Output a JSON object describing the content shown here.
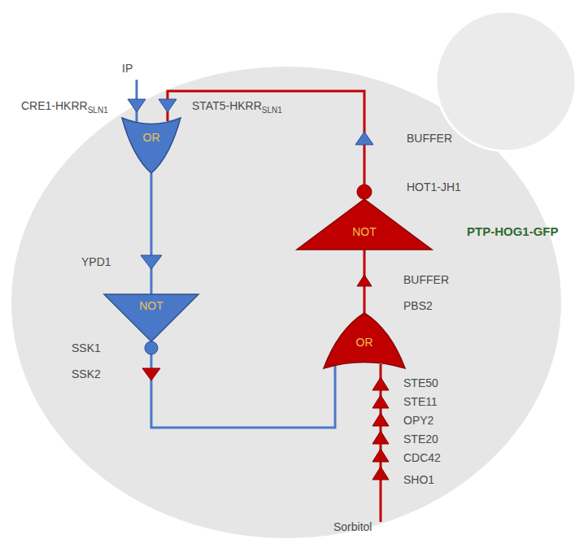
{
  "diagram": {
    "nodes": [
      {
        "text": [
          "OR"
        ]
      },
      {
        "text": [
          "NOT"
        ]
      },
      {
        "text": [
          "NOT"
        ]
      },
      {
        "text": [
          "OR"
        ]
      }
    ],
    "edges": [
      {
        "from": 0,
        "to": 1,
        "arrow": "none"
      },
      {
        "from": 1,
        "to": 3,
        "arrow": "none"
      },
      {
        "from": 3,
        "to": 2,
        "arrow": "none"
      },
      {
        "from": 2,
        "to": 0,
        "arrow": "none"
      }
    ],
    "labels": [
      "IP",
      "CRE1-HKRR",
      "SLN1",
      "STAT5-HKRR",
      "SLN1",
      "YPD1",
      "SSK1",
      "SSK2",
      "BUFFER",
      "HOT1-JH1",
      "PTP-HOG1-GFP",
      "BUFFER",
      "PBS2",
      "STE50",
      "STE11",
      "OPY2",
      "STE20",
      "CDC42",
      "SHO1",
      "Sorbitol"
    ]
  }
}
